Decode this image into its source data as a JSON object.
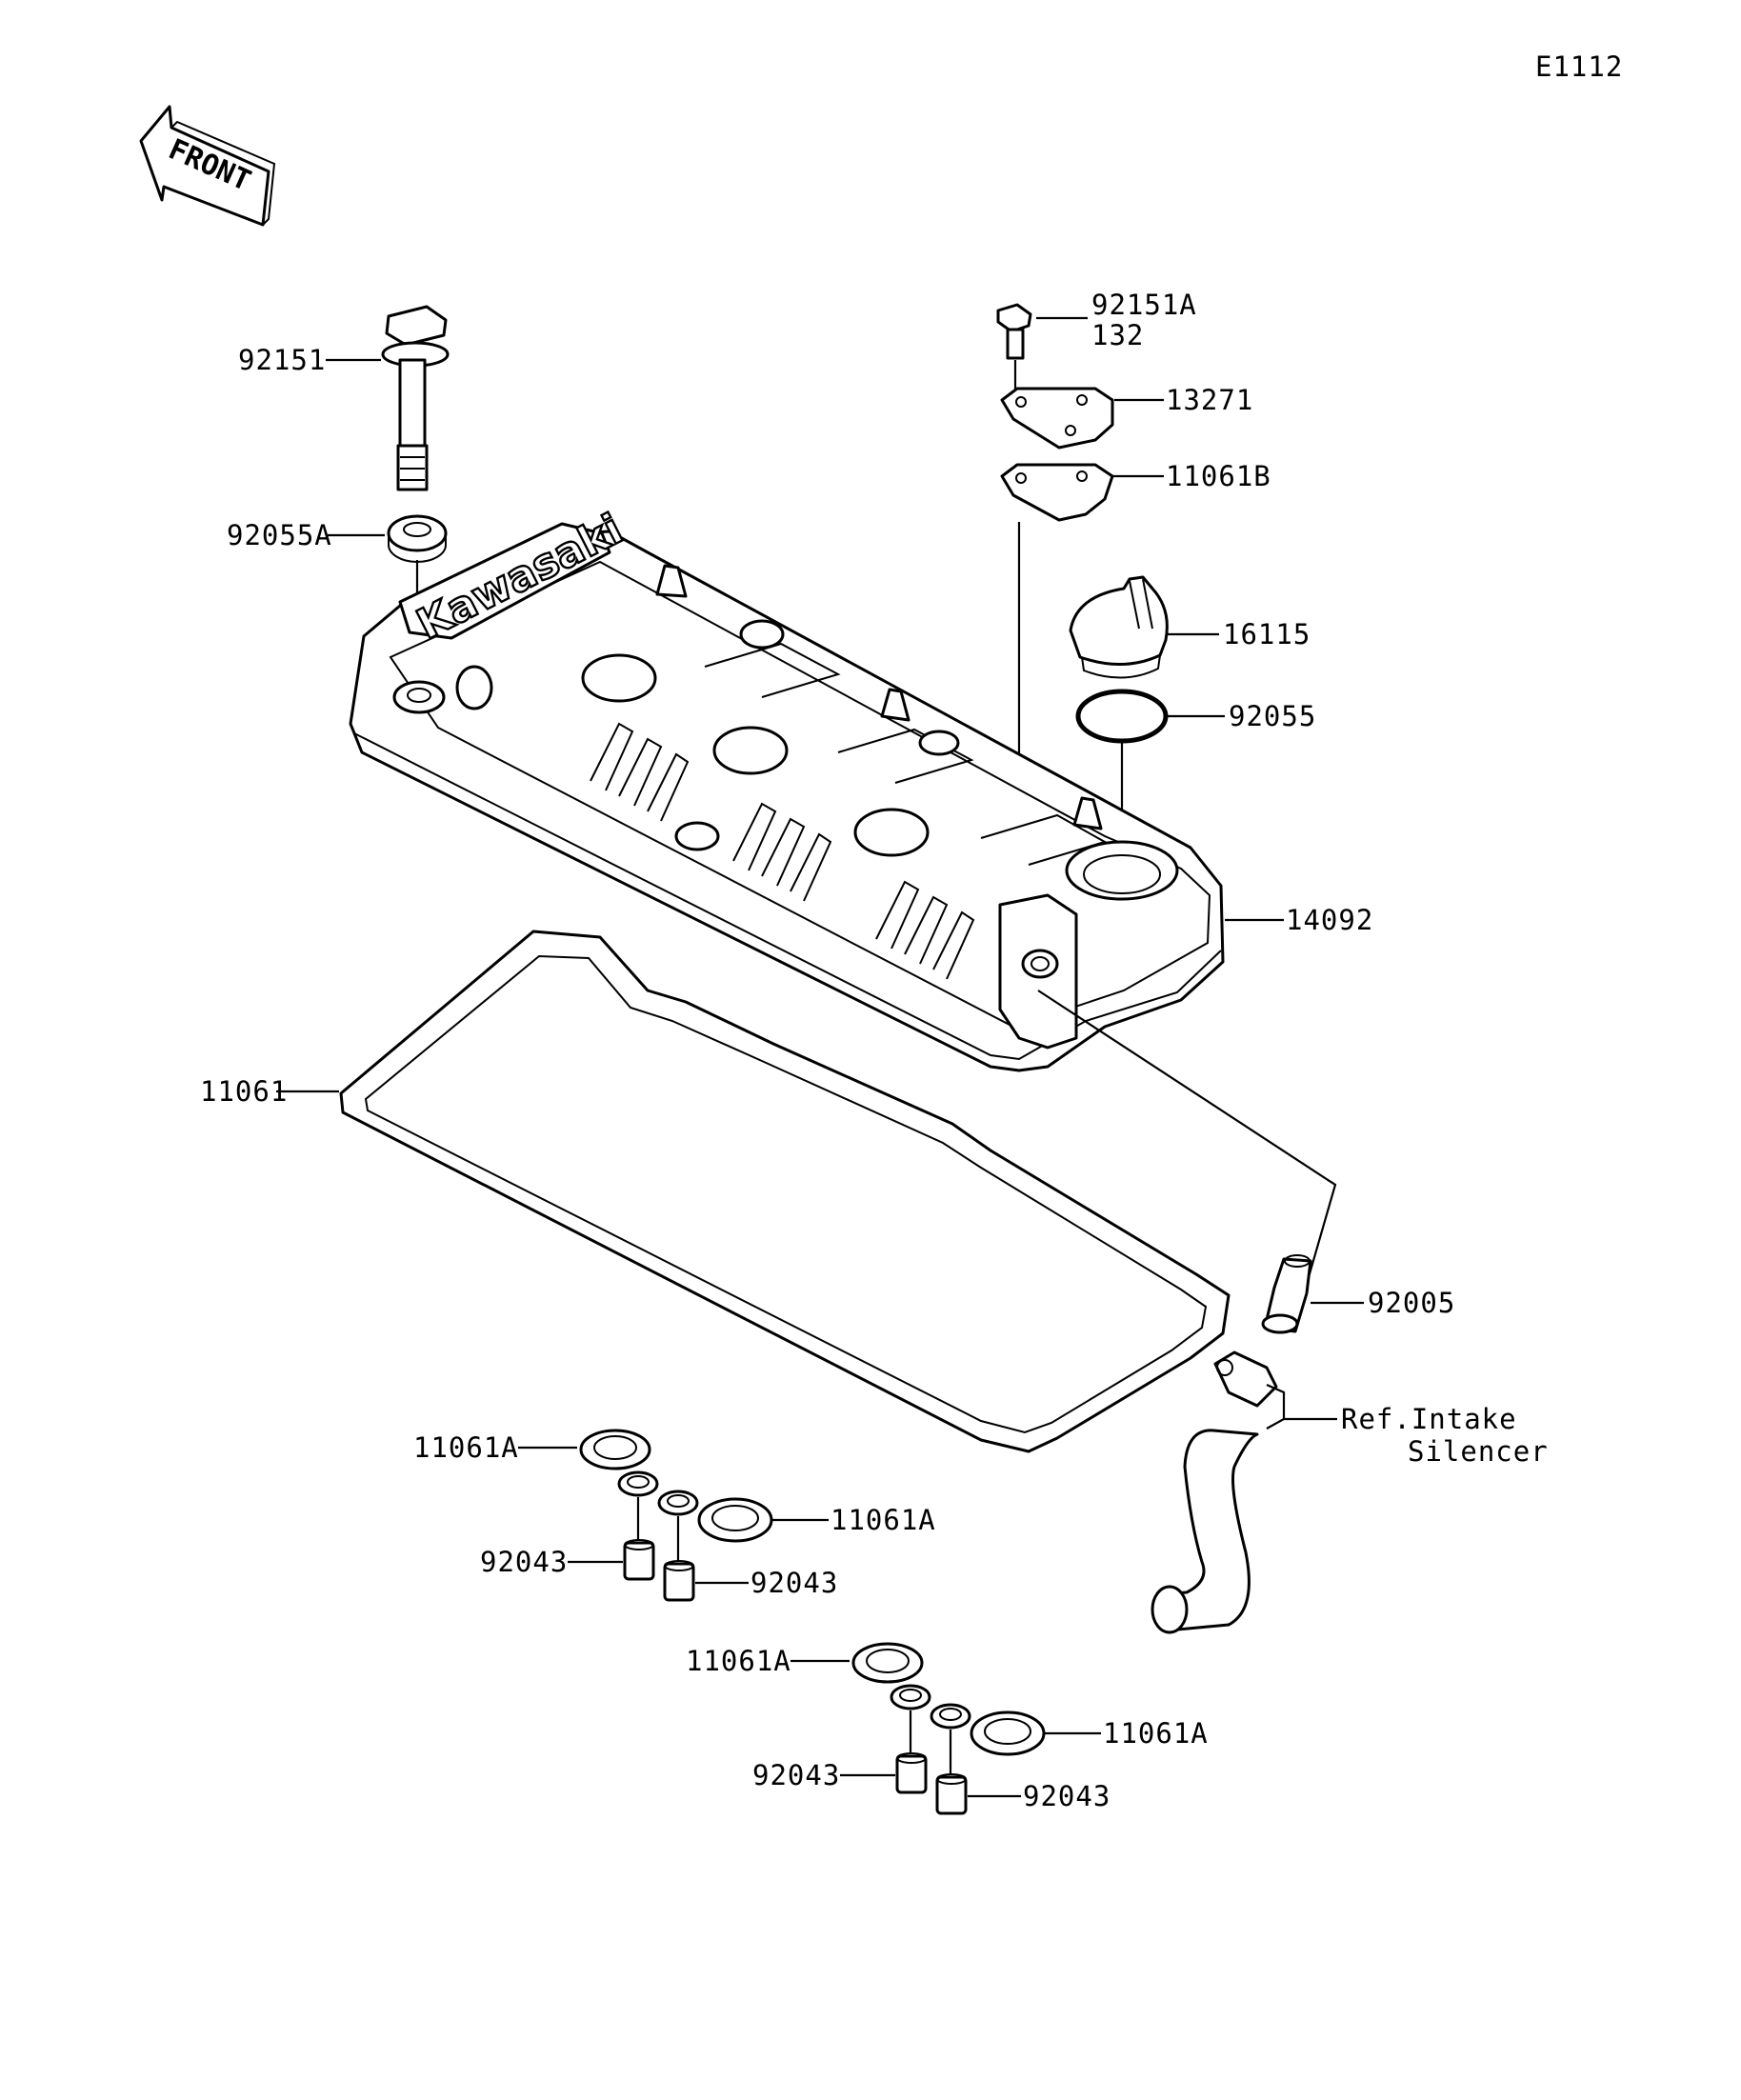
{
  "diagram_id": "E1112",
  "direction_label": "FRONT",
  "logo_text": "Kawasaki",
  "callouts": {
    "bolt_top": "92151",
    "bolt_small_a": "92151A",
    "bolt_small_qty": "132",
    "plate": "13271",
    "plate_gasket": "11061B",
    "washer": "92055A",
    "oil_cap": "16115",
    "oil_cap_oring": "92055",
    "head_cover": "14092",
    "cover_gasket": "11061",
    "fitting": "92005",
    "ref_line1": "Ref.Intake",
    "ref_line2": "Silencer",
    "seal_1": "11061A",
    "seal_2": "11061A",
    "seal_3": "11061A",
    "seal_4": "11061A",
    "dowel_1": "92043",
    "dowel_2": "92043",
    "dowel_3": "92043",
    "dowel_4": "92043"
  }
}
